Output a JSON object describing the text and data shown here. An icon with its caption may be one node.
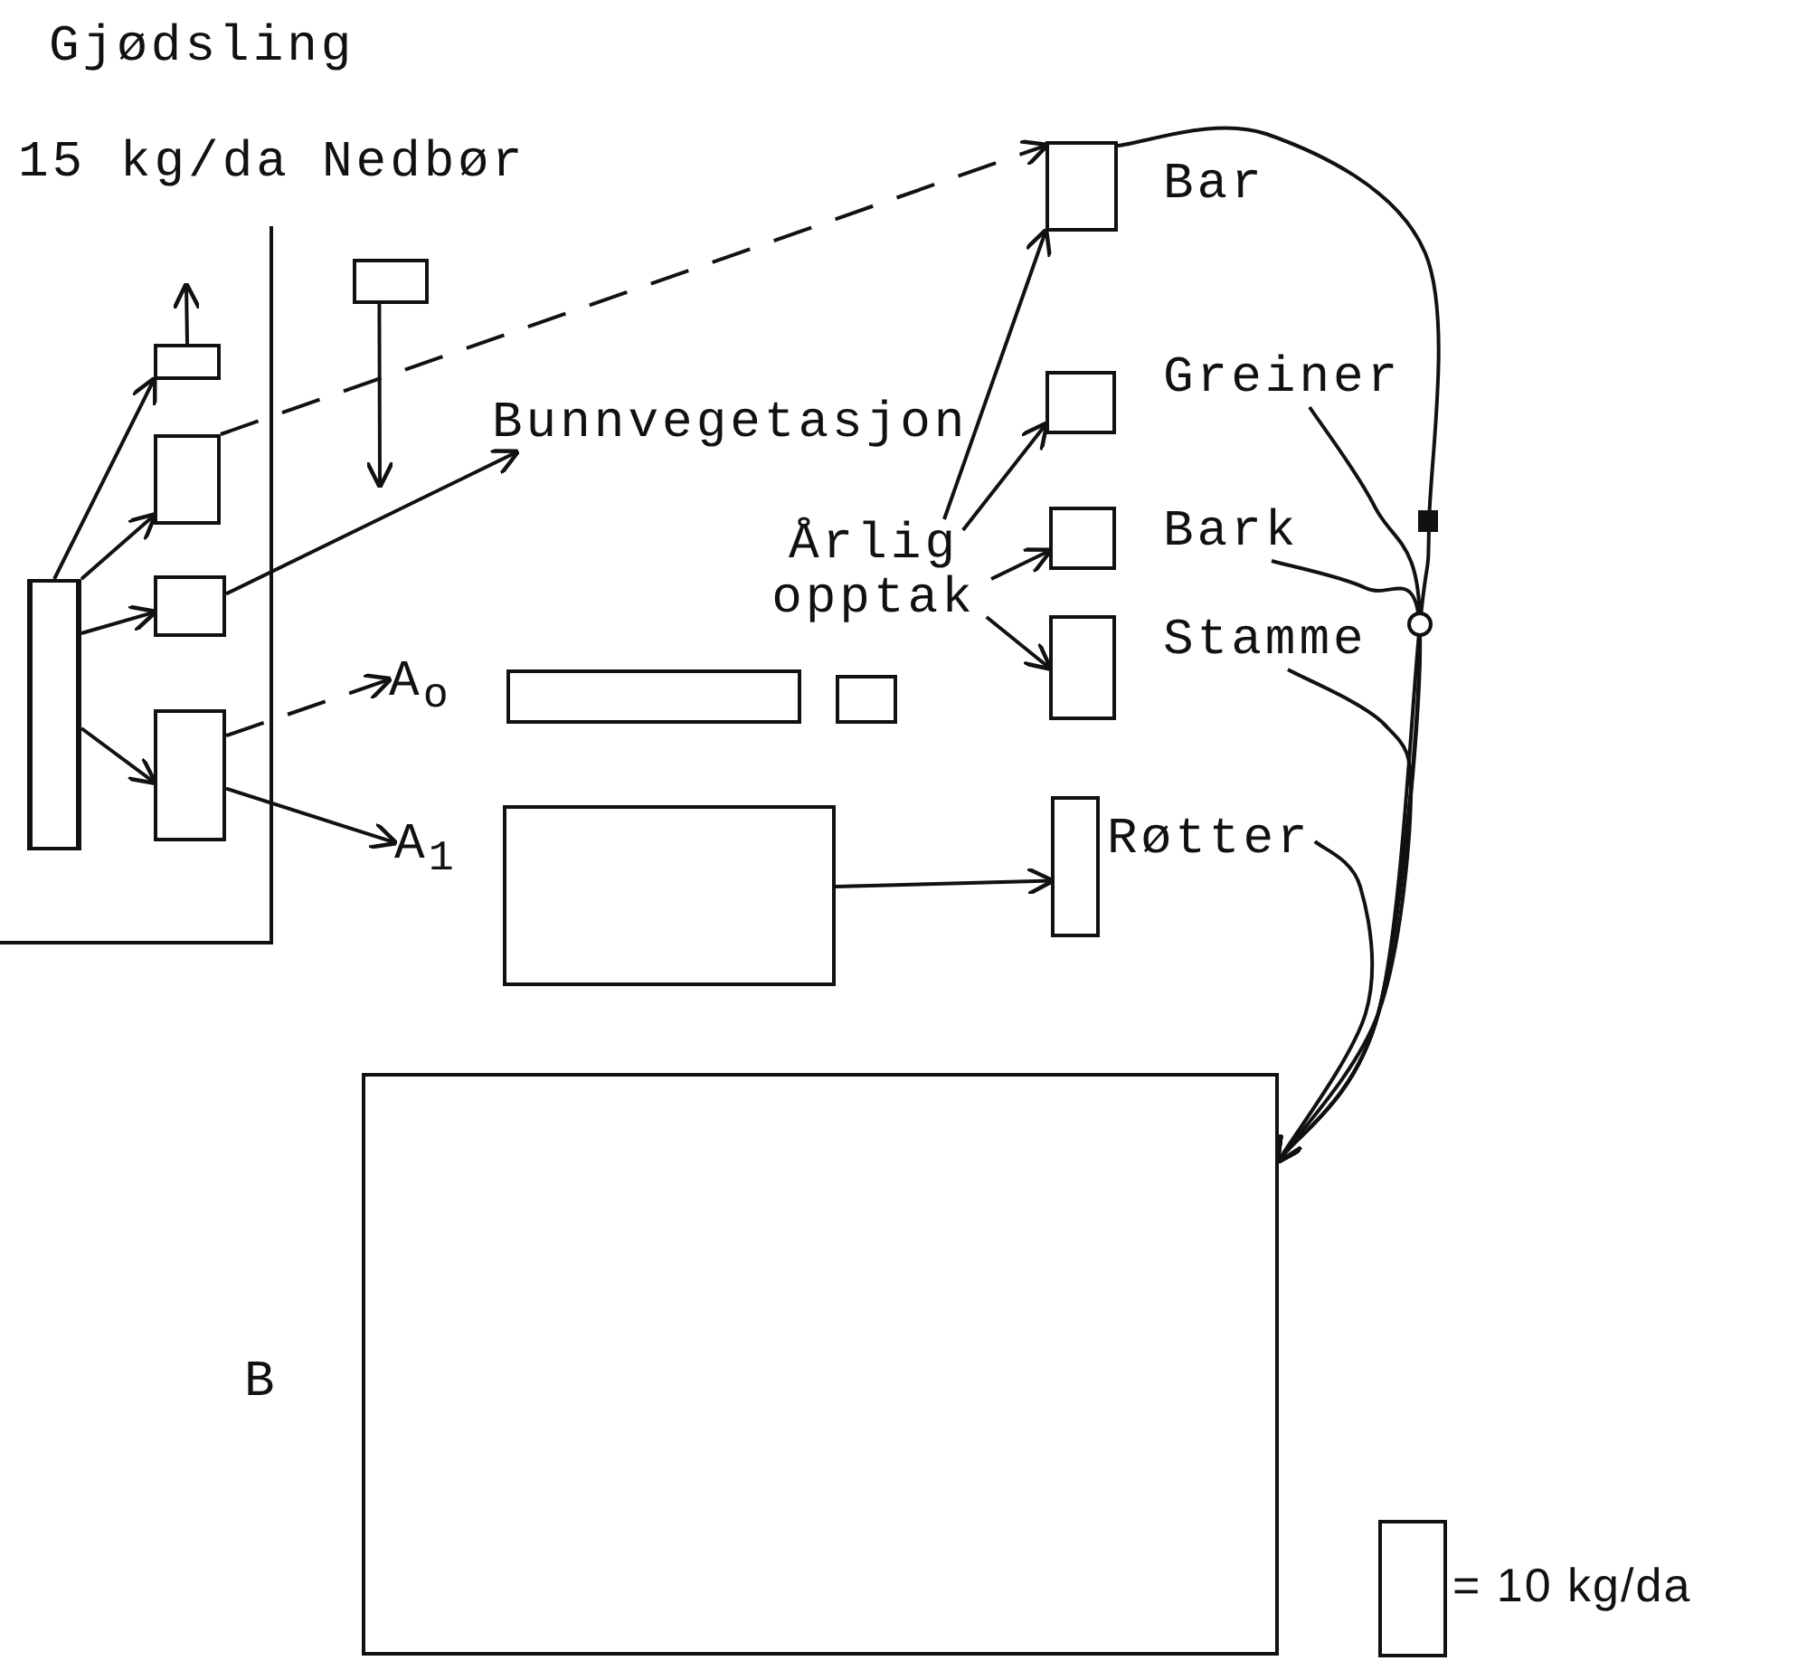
{
  "diagram": {
    "title": "Gjødsling",
    "nodes": [
      {
        "text": [
          "Nedbør"
        ]
      },
      {
        "text": [
          "Bar"
        ]
      },
      {
        "text": [],
        "shape": "bar"
      },
      {
        "text": [],
        "shape": "box"
      },
      {
        "text": [],
        "shape": "box"
      },
      {
        "text": [],
        "shape": "box"
      },
      {
        "text": [],
        "shape": "box"
      },
      {
        "text": [
          "Bunnvegetasjon"
        ]
      },
      {
        "text": [
          "Greiner"
        ]
      },
      {
        "text": [
          "Bark"
        ]
      },
      {
        "text": [
          "Årlig opptak"
        ]
      },
      {
        "text": [
          "Stamme"
        ]
      },
      {
        "text": [
          "A$_{o}$"
        ]
      },
      {
        "text": [
          "A$_{1}$"
        ]
      },
      {
        "text": [
          "Røtter"
        ]
      },
      {
        "text": [
          "B"
        ]
      }
    ],
    "edges": [
      {
        "from": 2,
        "to": 3,
        "arrow": "to"
      },
      {
        "from": 2,
        "to": 4,
        "arrow": "to"
      },
      {
        "from": 2,
        "to": 5,
        "arrow": "to"
      },
      {
        "from": 2,
        "to": 6,
        "arrow": "to"
      },
      {
        "from": 3,
        "to": null,
        "arrow": "to"
      },
      {
        "from": 0,
        "to": null,
        "arrow": "to"
      },
      {
        "from": 4,
        "to": 1,
        "arrow": "to",
        "style": "dashed"
      },
      {
        "from": 5,
        "to": 7,
        "arrow": "to"
      },
      {
        "from": 6,
        "to": 12,
        "arrow": "to",
        "style": "dashed"
      },
      {
        "from": 6,
        "to": 13,
        "arrow": "to"
      },
      {
        "from": 10,
        "to": 1,
        "arrow": "to"
      },
      {
        "from": 10,
        "to": 8,
        "arrow": "to"
      },
      {
        "from": 10,
        "to": 9,
        "arrow": "to"
      },
      {
        "from": 10,
        "to": 11,
        "arrow": "to"
      },
      {
        "from": 13,
        "to": 14,
        "arrow": "to"
      },
      {
        "from": 1,
        "to": 15,
        "arrow": "to"
      },
      {
        "from": 8,
        "to": 15,
        "arrow": "to"
      },
      {
        "from": 9,
        "to": 15,
        "arrow": "to"
      },
      {
        "from": 11,
        "to": 15,
        "arrow": "to"
      },
      {
        "from": 14,
        "to": 15,
        "arrow": "to"
      }
    ],
    "labels": [
      "15 kg/da"
    ],
    "legend": [
      {
        "text": "= 10 kg/da"
      }
    ]
  }
}
